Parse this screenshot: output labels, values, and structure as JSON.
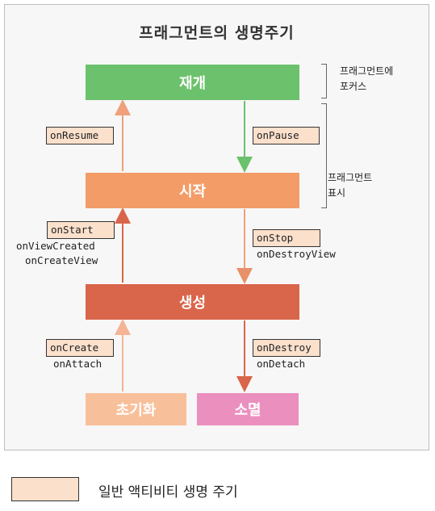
{
  "title": "프래그먼트의 생명주기",
  "states": {
    "resumed": "재개",
    "started": "시작",
    "created": "생성",
    "initialized": "초기화",
    "destroyed": "소멸"
  },
  "callbacks": {
    "on_resume": "onResume",
    "on_pause": "onPause",
    "on_start": "onStart",
    "on_view_created": "onViewCreated",
    "on_create_view": "onCreateView",
    "on_stop": "onStop",
    "on_destroy_view": "onDestroyView",
    "on_create": "onCreate",
    "on_attach": "onAttach",
    "on_destroy": "onDestroy",
    "on_detach": "onDetach"
  },
  "side_labels": {
    "focus_line1": "프래그먼트에",
    "focus_line2": "포커스",
    "visible_line1": "프래그먼트",
    "visible_line2": "표시"
  },
  "legend": {
    "label": "일반 액티비티 생명 주기",
    "swatch_color": "#fbe0cc"
  },
  "colors": {
    "resumed": "#6cc16c",
    "started": "#f39c68",
    "created": "#d9654a",
    "initialized": "#f8c09a",
    "destroyed": "#eb8fbe"
  }
}
